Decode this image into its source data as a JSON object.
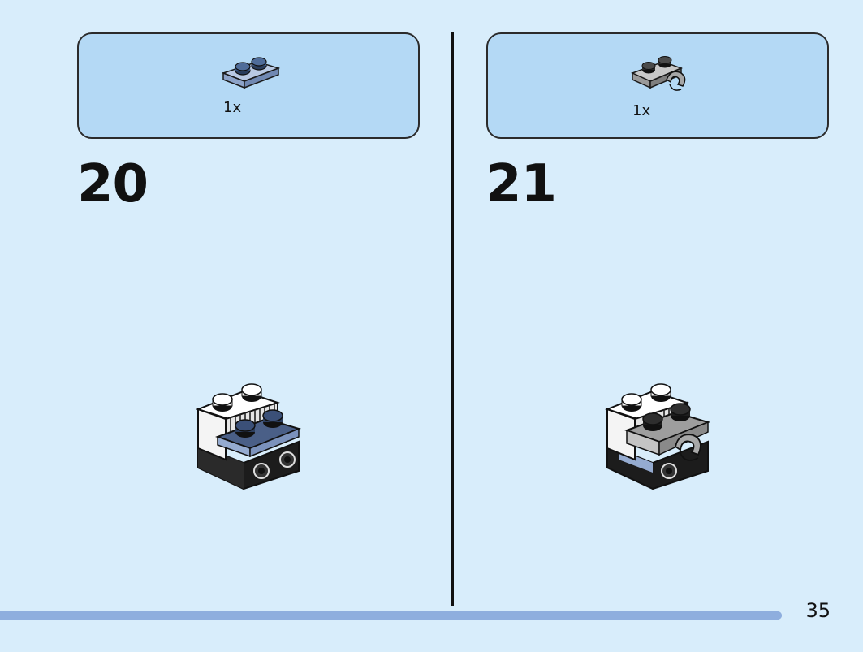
{
  "steps": [
    {
      "number": "20",
      "part": {
        "quantity": "1x",
        "icon": "plate-1x2-icon",
        "color": "#9fb4d6"
      },
      "model_icon": "build-step-20-model-icon"
    },
    {
      "number": "21",
      "part": {
        "quantity": "1x",
        "icon": "clip-plate-1x2-icon",
        "color": "#a3a3a3"
      },
      "model_icon": "build-step-21-model-icon"
    }
  ],
  "page": {
    "number": "35",
    "progress": 1.0
  },
  "colors": {
    "background": "#d8edfb",
    "parts_box": "#b4d9f5",
    "progress_bar": "#8eaede",
    "divider": "#111111"
  }
}
